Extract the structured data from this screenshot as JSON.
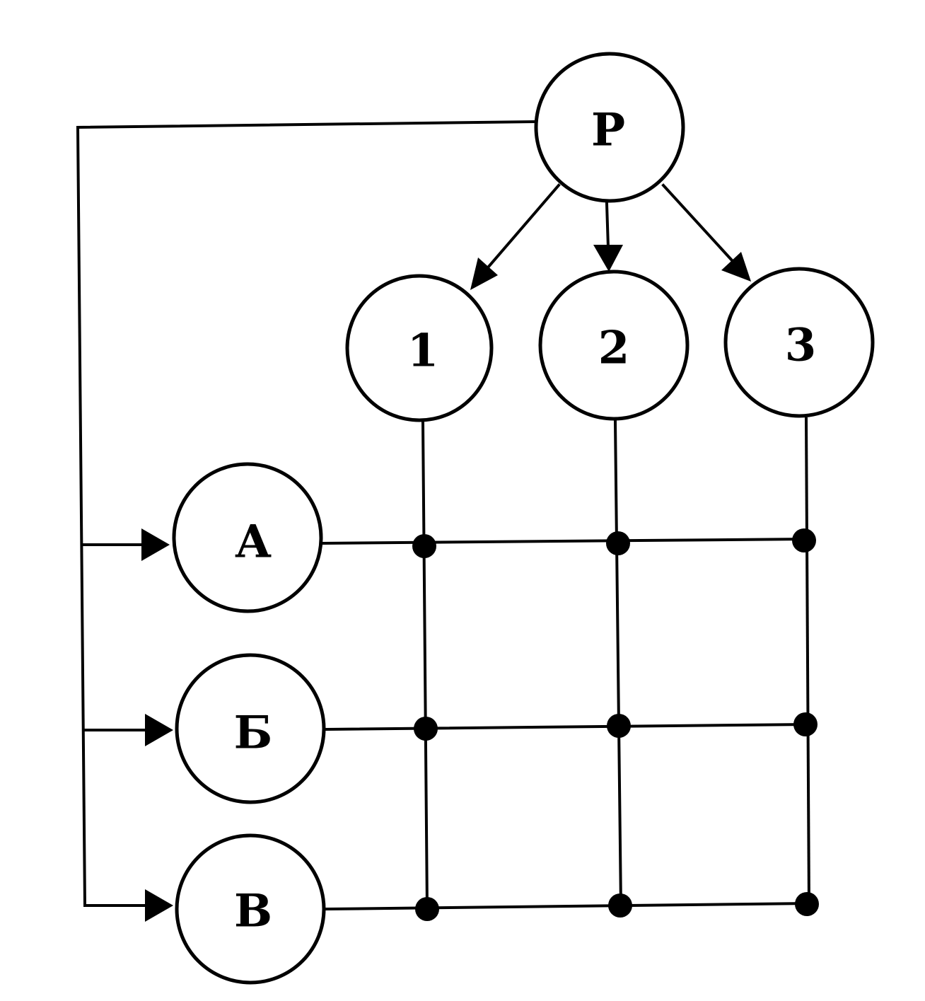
{
  "diagram": {
    "nodes": {
      "p": {
        "label": "Р"
      },
      "n1": {
        "label": "1"
      },
      "n2": {
        "label": "2"
      },
      "n3": {
        "label": "3"
      },
      "a": {
        "label": "А"
      },
      "b": {
        "label": "Б"
      },
      "v": {
        "label": "В"
      }
    },
    "line_color": "#000000",
    "background": "#ffffff"
  }
}
